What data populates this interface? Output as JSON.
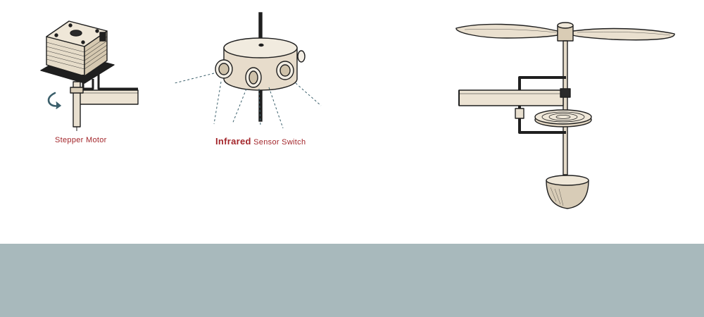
{
  "colors": {
    "background": "#ffffff",
    "footer_band": "#a8b9bc",
    "label_red": "#a3262b",
    "ink": "#1f1f1f",
    "paper": "#eee6d8",
    "paper_shade": "#d8ccb7",
    "arrow_teal": "#3b5f6b"
  },
  "labels": {
    "stepper_motor": "Stepper Motor",
    "infrared_word": "Infrared",
    "sensor_switch": "Sensor Switch"
  },
  "icons": {
    "rotation_arrow": "curved-arrow-icon"
  }
}
